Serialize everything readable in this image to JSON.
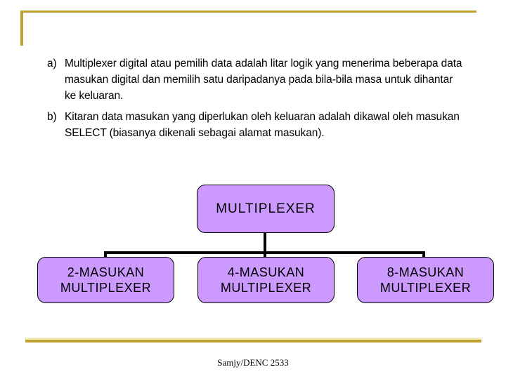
{
  "slide": {
    "colors": {
      "background": "#ffffff",
      "frame_gold": "#bfa12f",
      "frame_gold_light": "#f3ecc0",
      "box_fill": "#cc99ff",
      "box_border": "#000000",
      "connector": "#000000",
      "text": "#000000"
    },
    "bullets": [
      {
        "marker": "a)",
        "text": "Multiplexer digital atau pemilih data adalah litar logik yang menerima beberapa data masukan digital dan memilih satu daripadanya pada bila-bila masa untuk dihantar ke keluaran."
      },
      {
        "marker": "b)",
        "text": "Kitaran data masukan yang diperlukan oleh keluaran adalah dikawal oleh masukan SELECT (biasanya dikenali sebagai alamat masukan)."
      }
    ],
    "diagram": {
      "root": {
        "label": "MULTIPLEXER"
      },
      "children": [
        {
          "line1": "2-MASUKAN",
          "line2": "MULTIPLEXER"
        },
        {
          "line1": "4-MASUKAN",
          "line2": "MULTIPLEXER"
        },
        {
          "line1": "8-MASUKAN",
          "line2": "MULTIPLEXER"
        }
      ]
    },
    "footer": "Samjy/DENC 2533"
  }
}
